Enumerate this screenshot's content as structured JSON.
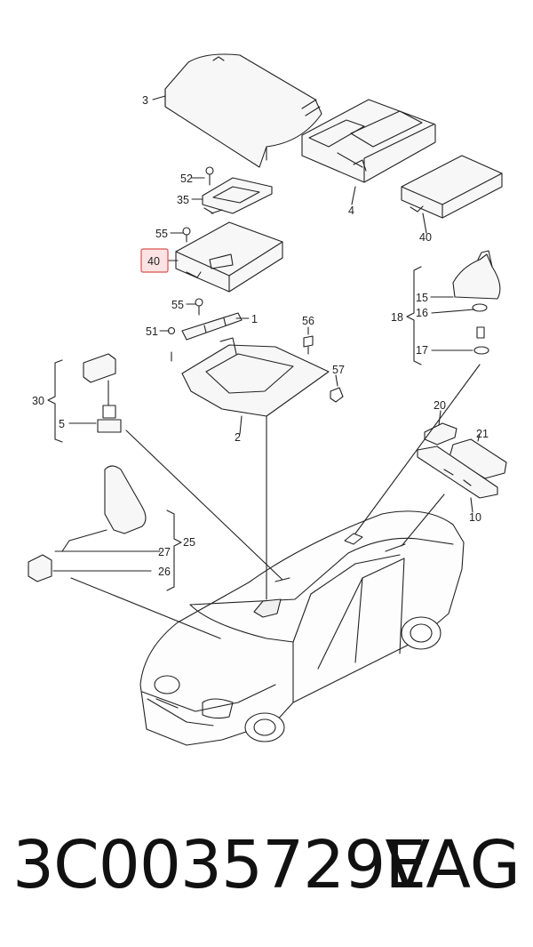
{
  "labels": {
    "l3": "3",
    "l52": "52",
    "l35": "35",
    "l4": "4",
    "l40a": "40",
    "l55a": "55",
    "l40b": "40",
    "l55b": "55",
    "l1": "1",
    "l51": "51",
    "l56": "56",
    "l57": "57",
    "l2": "2",
    "l30": "30",
    "l5": "5",
    "l15": "15",
    "l16": "16",
    "l18": "18",
    "l17": "17",
    "l20": "20",
    "l21": "21",
    "l10": "10",
    "l27": "27",
    "l25": "25",
    "l26": "26"
  },
  "highlight_color": "#d9534f",
  "footer": {
    "part_number": "3C0035729E",
    "brand": "VAG"
  }
}
